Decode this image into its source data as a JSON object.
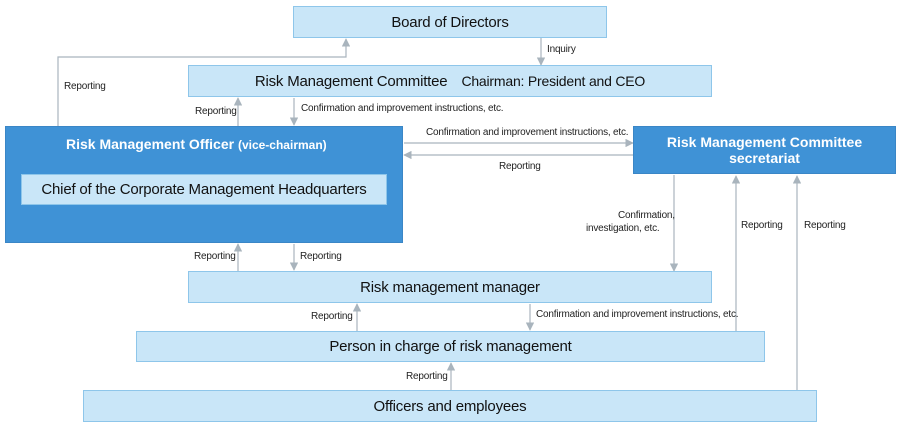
{
  "nodes": {
    "board": "Board of Directors",
    "committee_title": "Risk Management Committee",
    "committee_chairman": "Chairman: President and CEO",
    "officer_title": "Risk Management Officer",
    "officer_role": "(vice-chairman)",
    "chief": "Chief of the Corporate Management Headquarters",
    "secretariat": "Risk Management Committee secretariat",
    "manager": "Risk management manager",
    "person": "Person in charge of risk management",
    "employees": "Officers and employees"
  },
  "labels": {
    "inquiry": "Inquiry",
    "reporting_left_top": "Reporting",
    "reporting_officer_committee": "Reporting",
    "confirm_committee_officer": "Confirmation and improvement instructions, etc.",
    "confirm_officer_secretariat": "Confirmation and improvement instructions, etc.",
    "reporting_secretariat_officer": "Reporting",
    "confirmation_investigation_1": "Confirmation,",
    "confirmation_investigation_2": "investigation, etc.",
    "reporting_manager_officer": "Reporting",
    "reporting_officer_manager": "Reporting",
    "reporting_person_secretariat": "Reporting",
    "reporting_employees_secretariat": "Reporting",
    "reporting_person_manager": "Reporting",
    "confirm_manager_person": "Confirmation and improvement instructions, etc.",
    "reporting_employees_person": "Reporting"
  },
  "colors": {
    "light_box": "#c9e6f8",
    "dark_box": "#3f92d6",
    "arrow": "#a9b4bd"
  }
}
